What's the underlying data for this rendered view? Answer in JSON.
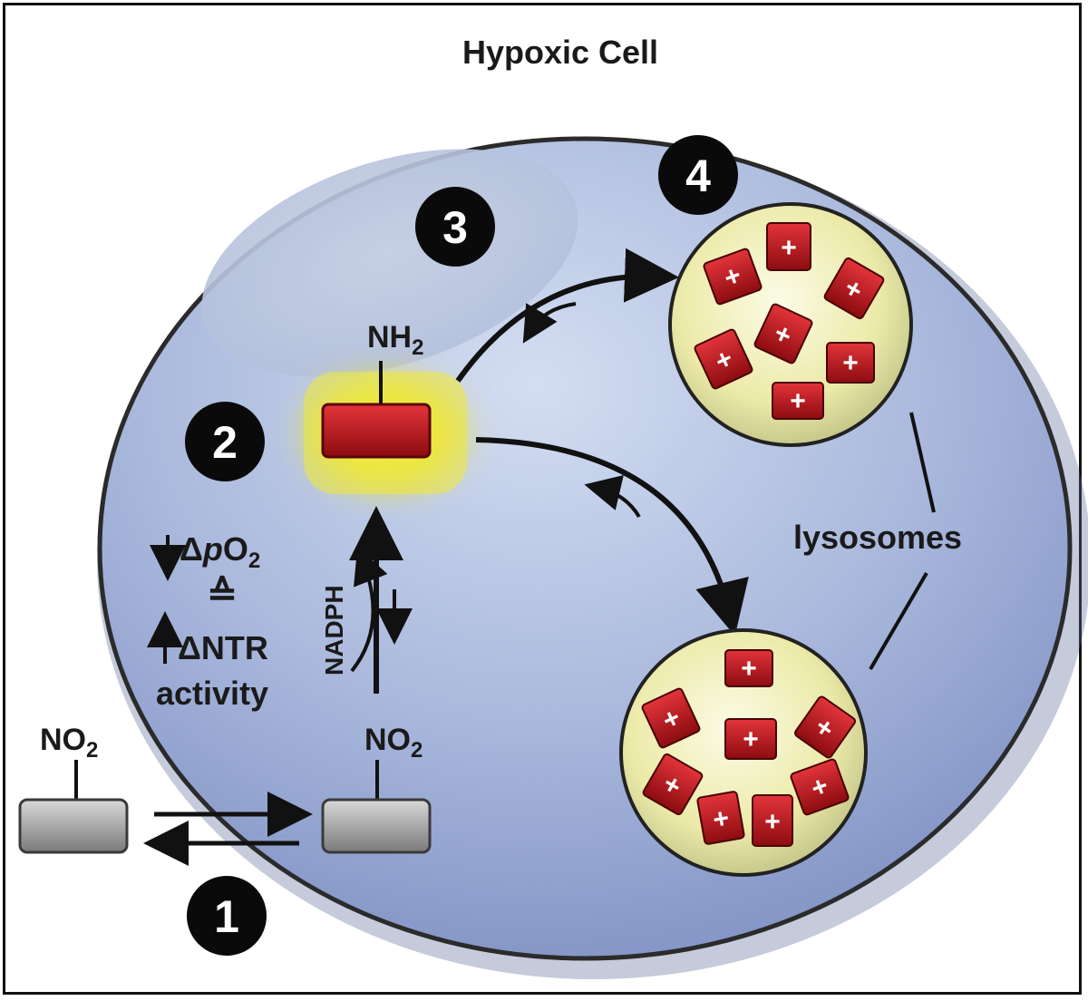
{
  "title": "Hypoxic Cell",
  "labels": {
    "nh2": "NH",
    "nh2_sub": "2",
    "no2_outside": "NO",
    "no2_outside_sub": "2",
    "no2_inside": "NO",
    "no2_inside_sub": "2",
    "nadph": "NADPH",
    "lysosomes": "lysosomes",
    "po2_prefix": "Δ",
    "po2_p": "p",
    "po2_o": "O",
    "po2_sub": "2",
    "equiv": "≙",
    "ntr_line": "ΔNTR",
    "activity": "activity"
  },
  "steps": [
    "1",
    "2",
    "3",
    "4"
  ],
  "plus_symbol": "+",
  "colors": {
    "cell_fill": "#a9b8dc",
    "cell_stroke": "#2b2b2b",
    "compound_red": "#c8141a",
    "compound_gray": "#9b9b9b",
    "glow_yellow": "#f2ee3c",
    "lysosome_fill": "#efeec8",
    "step_badge": "#0a0a0a"
  }
}
